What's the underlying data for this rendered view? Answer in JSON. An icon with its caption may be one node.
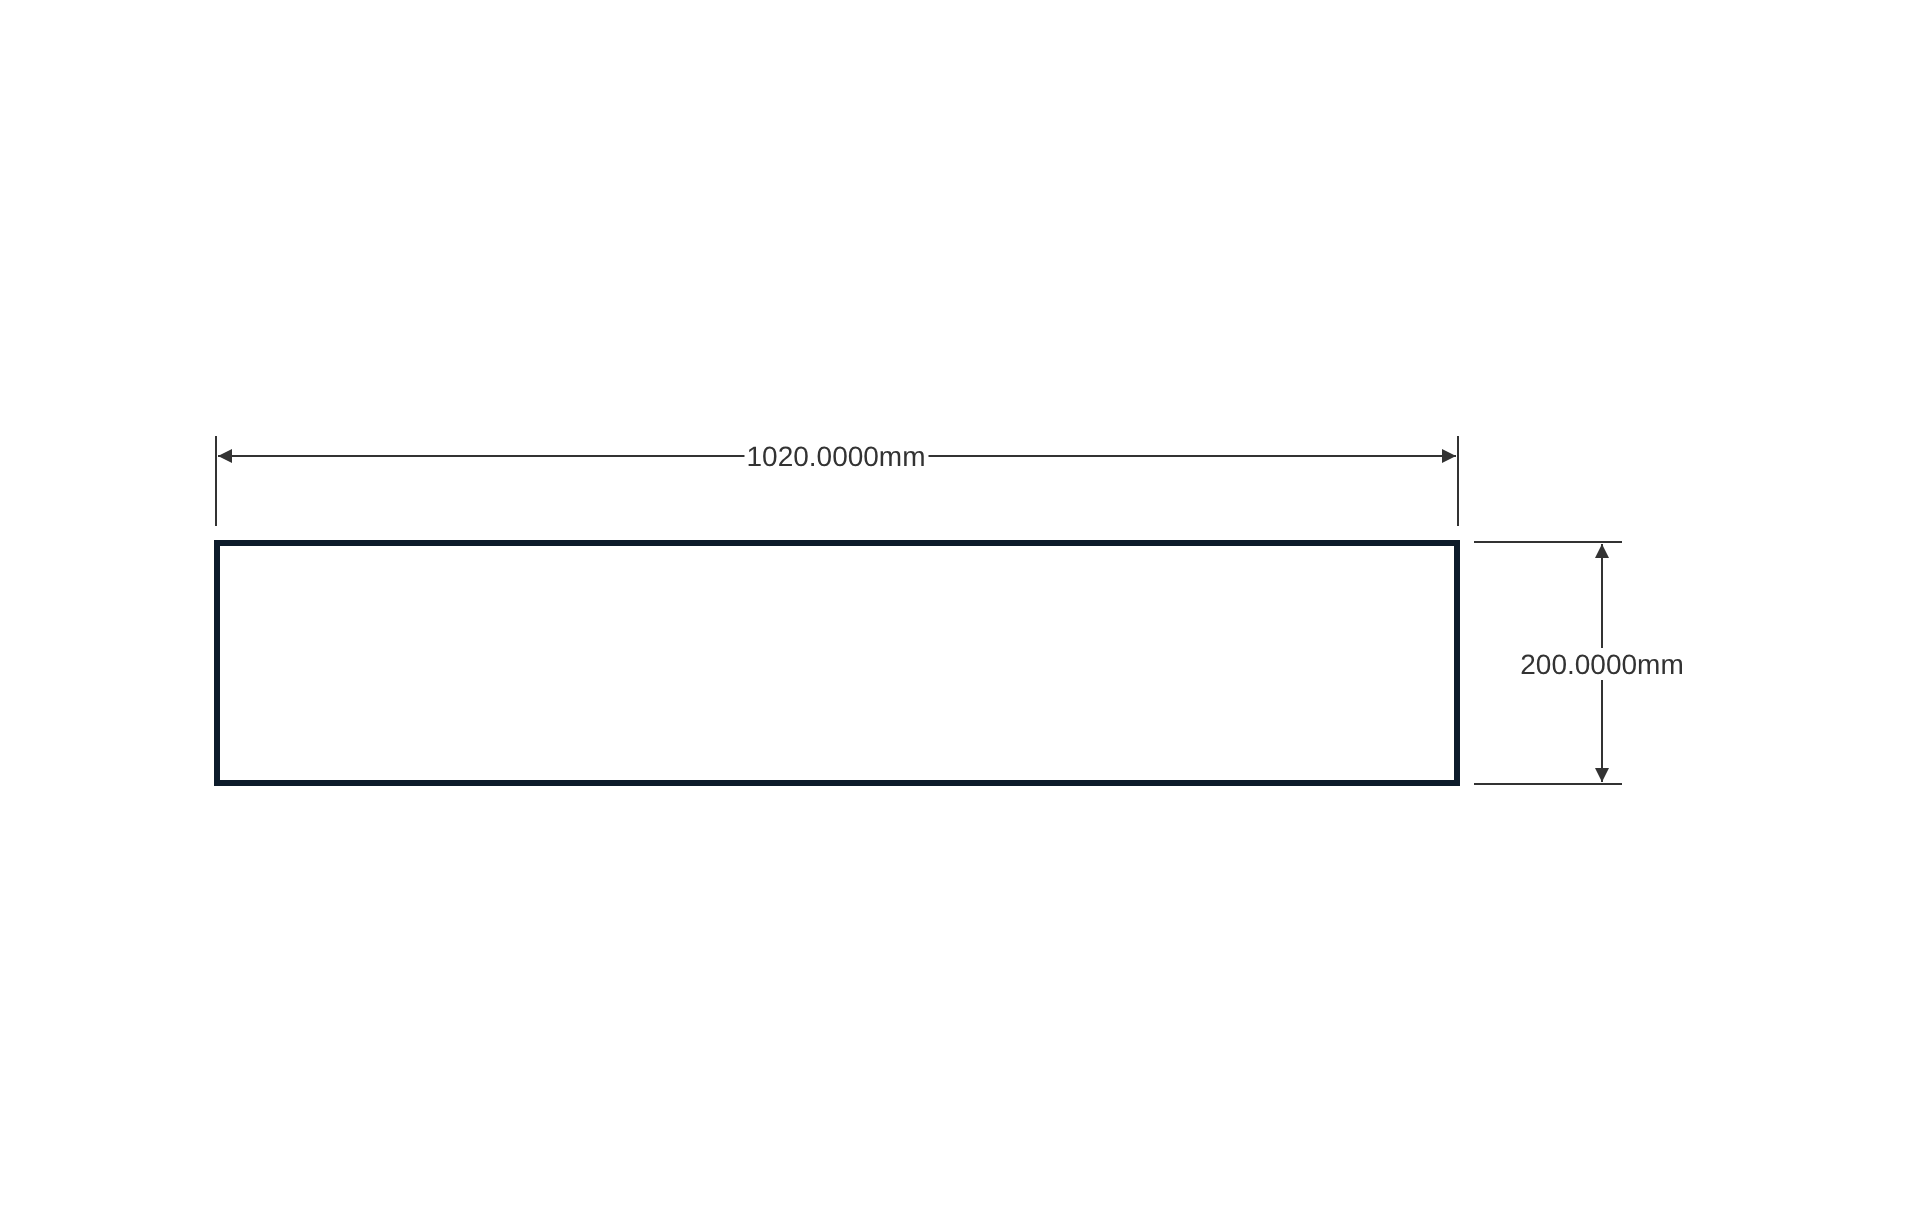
{
  "diagram": {
    "nodes": [
      {
        "text": [],
        "shape": "box"
      }
    ],
    "labels": [
      "1020.0000mm",
      "200.0000mm"
    ]
  }
}
